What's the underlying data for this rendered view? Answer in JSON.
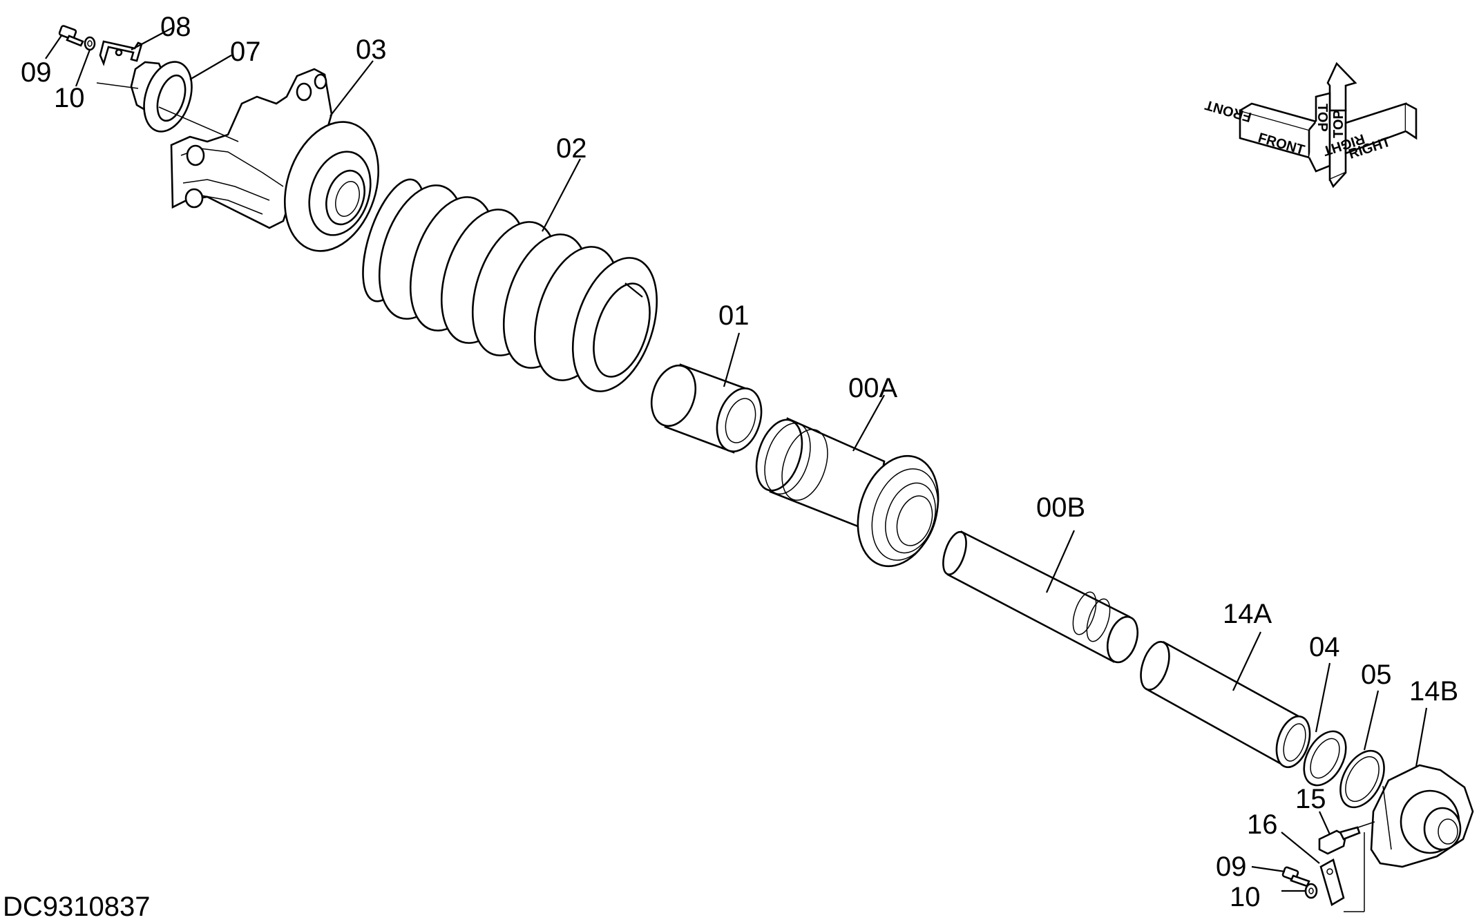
{
  "document_id": "DC9310837",
  "callouts": {
    "c00A": "00A",
    "c00B": "00B",
    "c01": "01",
    "c02": "02",
    "c03": "03",
    "c04": "04",
    "c05": "05",
    "c07": "07",
    "c08": "08",
    "c09a": "09",
    "c10a": "10",
    "c14A": "14A",
    "c14B": "14B",
    "c15": "15",
    "c16": "16",
    "c09b": "09",
    "c10b": "10"
  },
  "orientation": {
    "front": "FRONT",
    "top": "TOP",
    "right": "RIGHT"
  }
}
